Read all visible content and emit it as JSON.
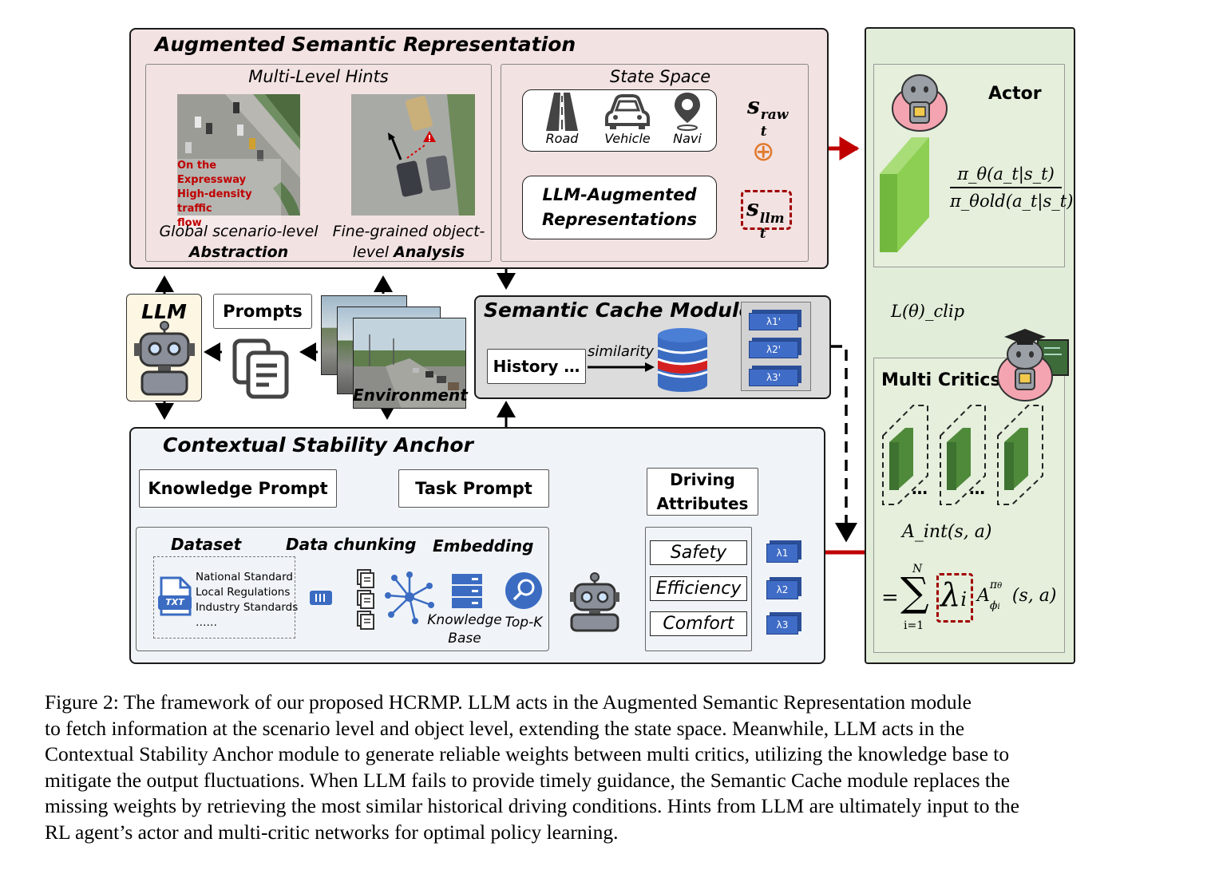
{
  "colors": {
    "pink_panel": "#f3e2e2",
    "green_panel": "#e2edd9",
    "blue_panel": "#f0f4f8",
    "gray_panel": "#dcdcdc",
    "red_arrow": "#c00000",
    "lambda_blue": "#3f6cc6",
    "green_block": "#72b83e"
  },
  "asr": {
    "title": "Augmented Semantic Representation",
    "hints_title": "Multi-Level Hints",
    "scene_overlay": [
      "On the Expressway",
      "High-density traffic",
      "flow"
    ],
    "left_caption_1": "Global scenario-level",
    "left_caption_2": "Abstraction",
    "right_caption_1": "Fine-grained object-",
    "right_caption_2a": "level ",
    "right_caption_2b": "Analysis",
    "state_space_title": "State Space",
    "icons": [
      {
        "icon": "road-icon",
        "label": "Road"
      },
      {
        "icon": "car-icon",
        "label": "Vehicle"
      },
      {
        "icon": "location-pin-icon",
        "label": "Navi"
      }
    ],
    "s_raw_base": "s",
    "s_raw_sup": "raw",
    "s_raw_sub": "t",
    "oplus": "⊕",
    "llm_aug_line1": "LLM-Augmented",
    "llm_aug_line2": "Representations",
    "s_llm_base": "s",
    "s_llm_sup": "llm",
    "s_llm_sub": "t"
  },
  "llm_label": "LLM",
  "prompts_label": "Prompts",
  "environment_label": "Environment",
  "cache": {
    "title": "Semantic Cache Module",
    "history_label": "History …",
    "similarity_label": "similarity",
    "lambdas": [
      "λ1'",
      "λ2'",
      "λ3'"
    ]
  },
  "csa": {
    "title": "Contextual Stability Anchor",
    "knowledge_prompt": "Knowledge Prompt",
    "task_prompt": "Task Prompt",
    "driving_attributes_1": "Driving",
    "driving_attributes_2": "Attributes",
    "dataset_label": "Dataset",
    "chunking_label": "Data chunking",
    "embedding_label": "Embedding",
    "txt_icon_label": "TXT",
    "dataset_items": [
      "National Standard",
      "Local Regulations",
      "Industry Standards",
      "……"
    ],
    "kb_label_1": "Knowledge",
    "kb_label_2": "Base",
    "topk_label": "Top-K",
    "attributes": [
      "Safety",
      "Efficiency",
      "Comfort"
    ],
    "lambdas": [
      "λ1",
      "λ2",
      "λ3"
    ]
  },
  "rl": {
    "actor_label": "Actor",
    "policy_num": "π_θ(a_t|s_t)",
    "policy_den": "π_θold(a_t|s_t)",
    "loss_label": "L(θ)_clip",
    "critics_label": "Multi Critics",
    "dots": "…",
    "a_int": "A_int(s, a)",
    "sum_upper": "N",
    "sum_lower": "i=1",
    "sum_eq": "=",
    "sum_sigma": "∑",
    "lambda_i": "λ",
    "lambda_sub": "i",
    "a_phi": "A",
    "a_phi_sup": "π",
    "a_phi_sup_sub": "θ",
    "a_phi_sub": "ϕ",
    "a_phi_sub_sub": "i",
    "a_phi_args": "(s, a)"
  },
  "caption": [
    "Figure 2: The framework of our proposed HCRMP. LLM acts in the Augmented Semantic Representation module",
    "to fetch information at the scenario level and object level, extending the state space.  Meanwhile, LLM acts in the",
    "Contextual Stability Anchor module to generate reliable weights between multi critics, utilizing the knowledge base to",
    "mitigate the output fluctuations. When LLM fails to provide timely guidance, the Semantic Cache module replaces the",
    "missing weights by retrieving the most similar historical driving conditions. Hints from LLM are ultimately input to the",
    "RL agent’s actor and multi-critic networks for optimal policy learning."
  ]
}
